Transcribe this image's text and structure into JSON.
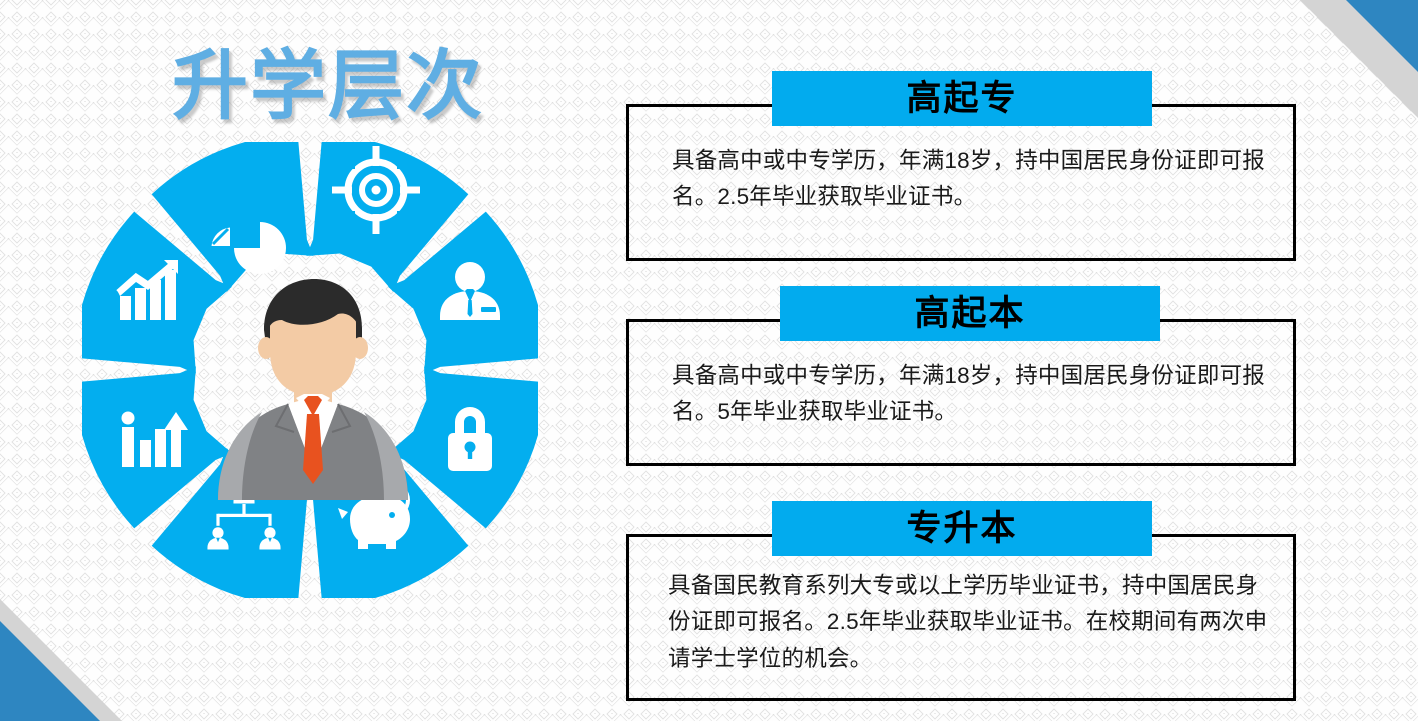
{
  "slide": {
    "title": "升学层次",
    "title_color": "#5FAEE3",
    "accent_color": "#02ABEE",
    "corner_blue": "#2E86C1",
    "corner_gray": "#D4D4D4",
    "background_color": "#FDFDFD"
  },
  "wheel": {
    "label": "business-person-wheel-infographic",
    "center_figure": {
      "label": "businessman-avatar",
      "hair_color": "#2B2B2B",
      "skin_color": "#F3CBA5",
      "suit_color": "#808285",
      "suit_light_color": "#A7A9AC",
      "shirt_color": "#FFFFFF",
      "tie_color": "#E8521F"
    },
    "segments": [
      {
        "icon": "target-icon",
        "position": "top-right"
      },
      {
        "icon": "user-tie-icon",
        "position": "right-upper"
      },
      {
        "icon": "lock-icon",
        "position": "right-lower"
      },
      {
        "icon": "piggy-bank-icon",
        "position": "bottom-right"
      },
      {
        "icon": "org-chart-icon",
        "position": "bottom-left"
      },
      {
        "icon": "person-growth-bar-icon",
        "position": "left-lower"
      },
      {
        "icon": "bar-line-chart-icon",
        "position": "left-upper"
      },
      {
        "icon": "pie-chart-icon",
        "position": "top-left"
      }
    ]
  },
  "cards": [
    {
      "header": "高起专",
      "body": "具备高中或中专学历，年满18岁，持中国居民身份证即可报名。2.5年毕业获取毕业证书。"
    },
    {
      "header": "高起本",
      "body": "具备高中或中专学历，年满18岁，持中国居民身份证即可报名。5年毕业获取毕业证书。"
    },
    {
      "header": "专升本",
      "body": "具备国民教育系列大专或以上学历毕业证书，持中国居民身份证即可报名。2.5年毕业获取毕业证书。在校期间有两次申请学士学位的机会。"
    }
  ]
}
